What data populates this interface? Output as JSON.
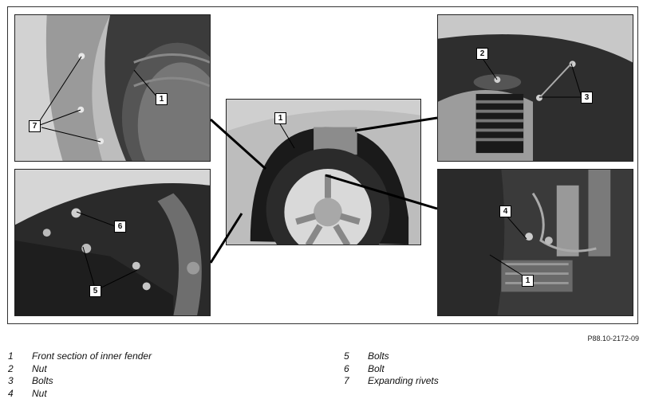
{
  "figure_code": "P88.10-2172-09",
  "callouts": {
    "p1": [
      "7",
      "1"
    ],
    "p2": [
      "6",
      "5"
    ],
    "center": [
      "1"
    ],
    "p3": [
      "2",
      "3"
    ],
    "p4": [
      "4",
      "1"
    ]
  },
  "legend_left": [
    {
      "num": "1",
      "text": "Front section of inner fender"
    },
    {
      "num": "2",
      "text": "Nut"
    },
    {
      "num": "3",
      "text": "Bolts"
    },
    {
      "num": "4",
      "text": "Nut"
    }
  ],
  "legend_right": [
    {
      "num": "5",
      "text": "Bolts"
    },
    {
      "num": "6",
      "text": "Bolt"
    },
    {
      "num": "7",
      "text": "Expanding rivets"
    }
  ]
}
